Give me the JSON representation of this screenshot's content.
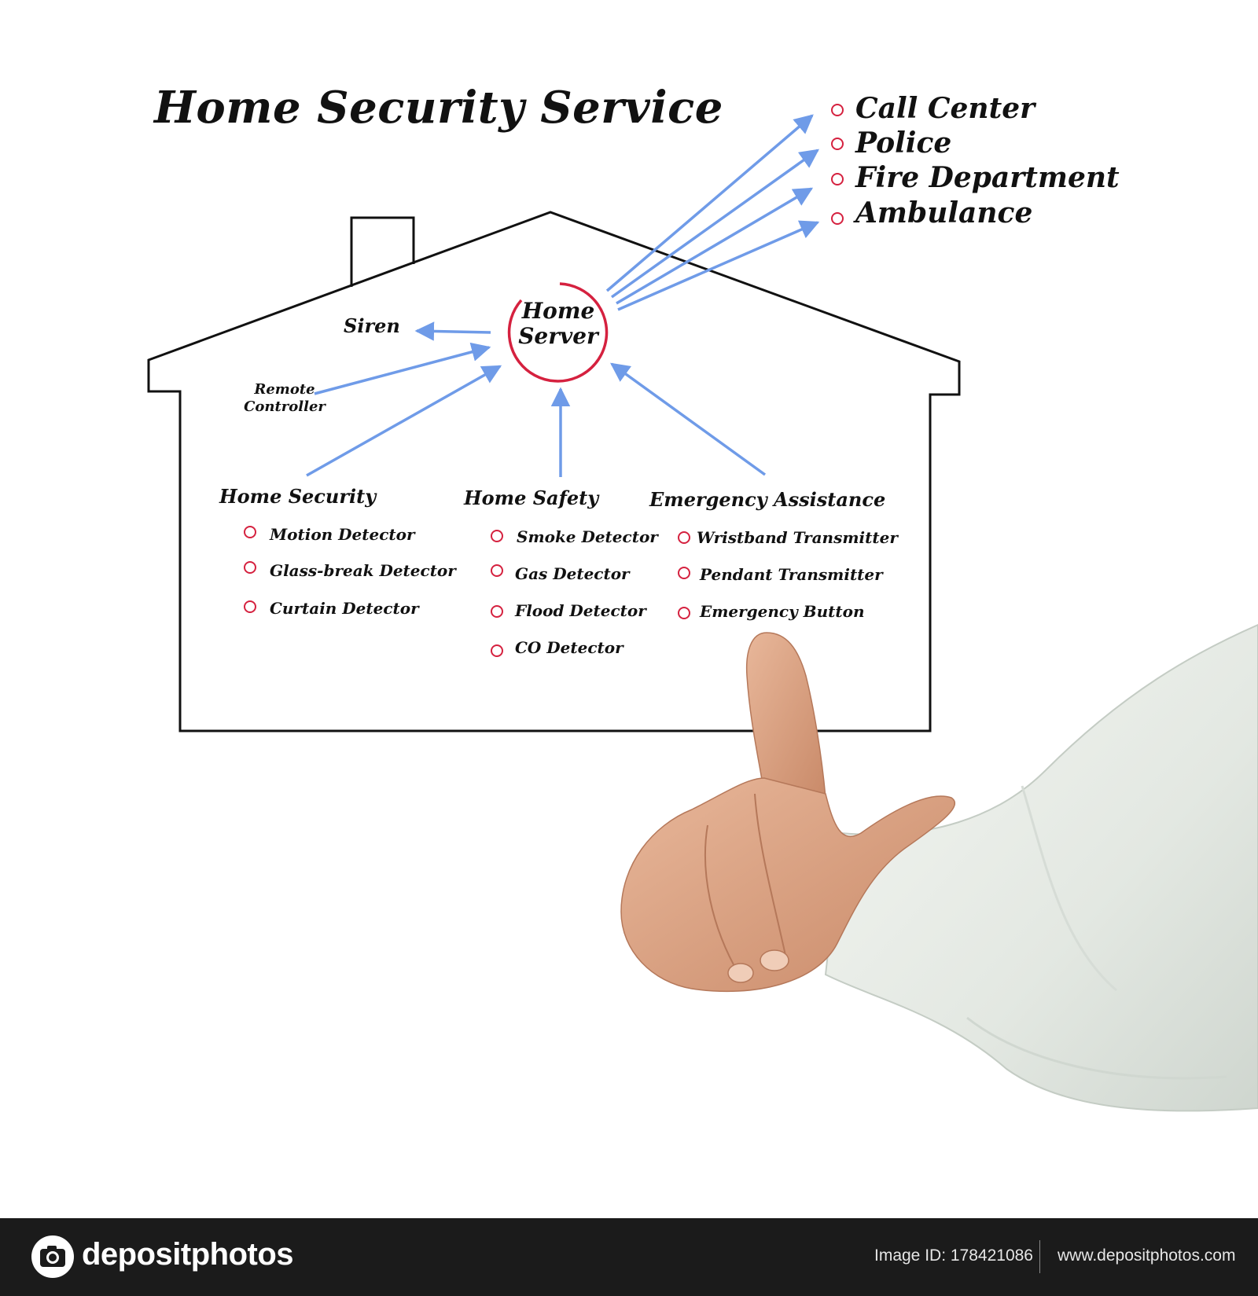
{
  "title": "Home Security Service",
  "destinations": [
    "Call Center",
    "Police",
    "Fire Department",
    "Ambulance"
  ],
  "center": {
    "line1": "Home",
    "line2": "Server"
  },
  "siren": "Siren",
  "remote": {
    "line1": "Remote",
    "line2": "Controller"
  },
  "groups": [
    {
      "heading": "Home Security",
      "items": [
        "Motion Detector",
        "Glass-break Detector",
        "Curtain Detector"
      ]
    },
    {
      "heading": "Home Safety",
      "items": [
        "Smoke Detector",
        "Gas Detector",
        "Flood Detector",
        "CO Detector"
      ]
    },
    {
      "heading": "Emergency Assistance",
      "items": [
        "Wristband Transmitter",
        "Pendant Transmitter",
        "Emergency Button"
      ]
    }
  ],
  "footer": {
    "logo": "depositphotos",
    "image_id": "Image ID: 178421086",
    "url": "www.depositphotos.com"
  },
  "colors": {
    "arrow": "#6f9be8",
    "bullet": "#d5213f",
    "circle": "#d5213f",
    "footer_bg": "#1b1b1b"
  }
}
